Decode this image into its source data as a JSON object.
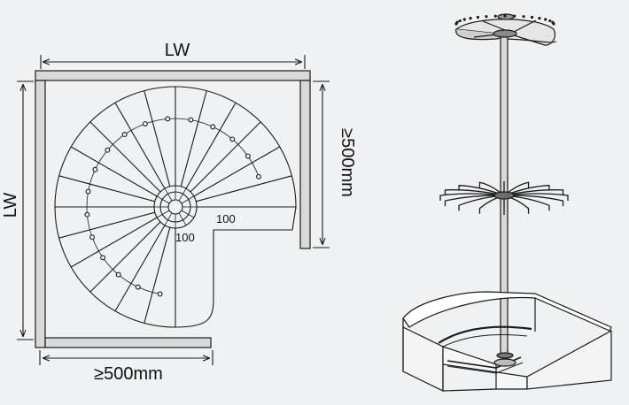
{
  "labels": {
    "top_width": "LW",
    "left_height": "LW",
    "right_depth": "≥500mm",
    "bottom_depth": "≥500mm",
    "inner_offset_horizontal": "100",
    "inner_offset_vertical": "100"
  },
  "colors": {
    "background": "#f0f1f3",
    "wall_fill": "#d9d9d9",
    "line": "#1a1a1a"
  },
  "icons": {
    "plan_view": "spiral-shelf-plan",
    "perspective_view": "carousel-rack-perspective"
  }
}
